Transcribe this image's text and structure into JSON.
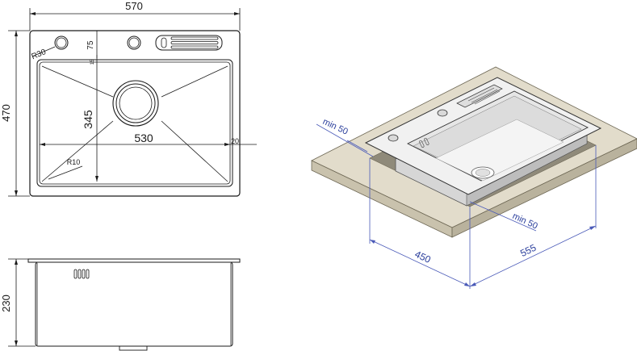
{
  "top_view": {
    "width": "570",
    "height": "470",
    "corner_radius": "R30",
    "top_offset": "75",
    "rim": "15",
    "bowl_depth": "345",
    "bowl_width": "530",
    "side_margin": "20",
    "inner_radius": "R10"
  },
  "side_view": {
    "depth": "230"
  },
  "iso_view": {
    "min_left": "min 50",
    "min_right": "min 50",
    "cutout_depth": "450",
    "cutout_width": "555"
  },
  "colors": {
    "line": "#1a1a1a",
    "dimension_blue": "#2a3e9c",
    "countertop": "#e2dccb",
    "countertop_edge": "#b9b29d",
    "steel_light": "#f2f2f2",
    "steel_mid": "#cfcfcf"
  }
}
